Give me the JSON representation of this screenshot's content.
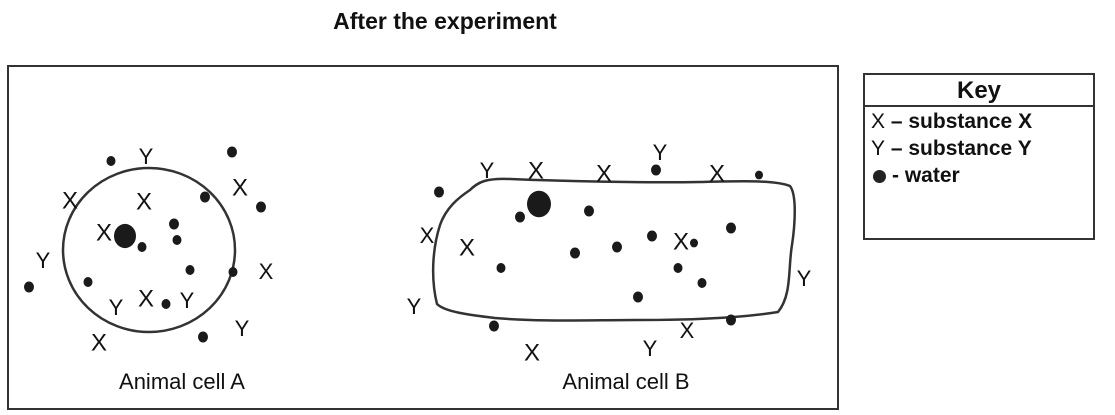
{
  "title": "After the experiment",
  "cell_a_label": "Animal cell A",
  "cell_b_label": "Animal cell B",
  "key": {
    "title": "Key",
    "rows": [
      {
        "symbol": "X",
        "text": " – substance X"
      },
      {
        "symbol": "Y",
        "text": " – substance Y"
      },
      {
        "symbol": "water-dot",
        "text": "- water"
      }
    ]
  },
  "marker_text": {
    "x": "X",
    "y": "Y"
  },
  "colors": {
    "outline": "#333333",
    "dot": "#1a1a1a",
    "text": "#111111"
  }
}
